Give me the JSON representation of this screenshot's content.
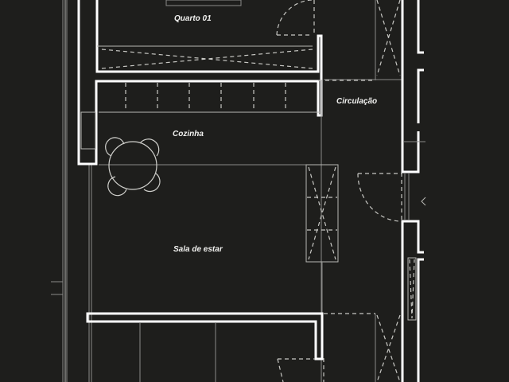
{
  "plan": {
    "background_color": "#1e1e1c",
    "wall_color": "#ffffff",
    "line_color": "#8a8a88",
    "rooms": [
      {
        "id": "quarto-01",
        "label": "Quarto 01"
      },
      {
        "id": "circulacao",
        "label": "Circulação"
      },
      {
        "id": "cozinha",
        "label": "Cozinha"
      },
      {
        "id": "sala-de-estar",
        "label": "Sala de estar"
      }
    ]
  }
}
